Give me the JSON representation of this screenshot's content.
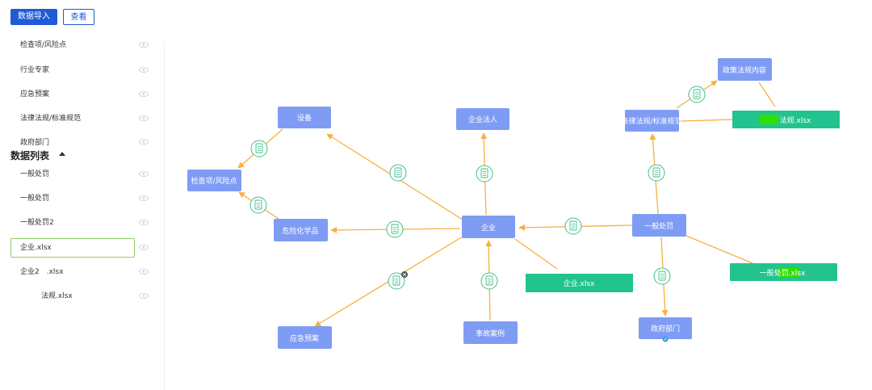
{
  "toolbar": {
    "import_label": "数据导入",
    "view_label": "查看"
  },
  "sidebar": {
    "categories": [
      "检查项/风险点",
      "行业专家",
      "应急预案",
      "法律法规/标准规范",
      "政府部门"
    ],
    "data_list_title": "数据列表",
    "data_items": [
      "一般处罚",
      "一般处罚",
      "一般处罚2",
      "企业.xlsx",
      "企业2　.xlsx",
      "法规.xlsx"
    ],
    "selected_item": "企业.xlsx"
  },
  "graph": {
    "nodes": {
      "device": "设备",
      "legal_person": "企业法人",
      "law_standard": "法律法规/标准规范",
      "policy_content": "政策法规内容",
      "law_file": "法规.xlsx",
      "inspection": "检查项/风险点",
      "hazardous": "危险化学品",
      "enterprise": "企业",
      "general_penalty": "一般处罚",
      "penalty_file": "一般处罚.xlsx",
      "enterprise_file": "企业.xlsx",
      "emergency": "应急预案",
      "accident": "事故案例",
      "government": "政府部门"
    },
    "colors": {
      "node": "#7f9cf5",
      "file_node": "#22c38e",
      "edge": "#f5b041",
      "badge": "#3fbf86"
    }
  }
}
